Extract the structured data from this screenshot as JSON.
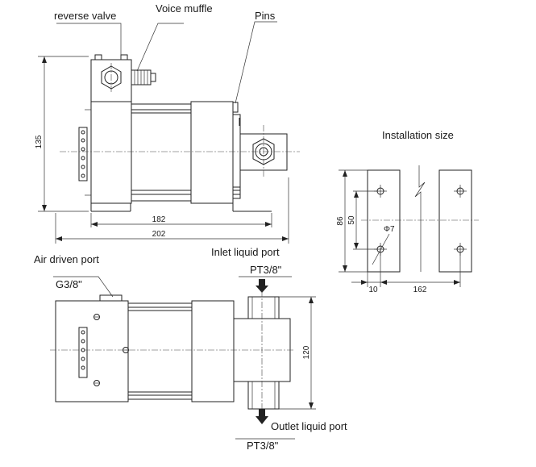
{
  "labels": {
    "reverse_valve": "reverse valve",
    "voice_muffle": "Voice muffle",
    "pins": "Pins",
    "installation_size": "Installation size",
    "air_driven_port": "Air driven port",
    "inlet_liquid_port": "Inlet liquid port",
    "outlet_liquid_port": "Outlet liquid port",
    "g38": "G3/8\"",
    "pt38_top": "PT3/8\"",
    "pt38_bottom": "PT3/8\""
  },
  "dimensions": {
    "height_135": "135",
    "width_182": "182",
    "width_202": "202",
    "depth_120": "120",
    "inst_86": "86",
    "inst_50": "50",
    "inst_phi7": "Φ7",
    "inst_10": "10",
    "inst_162": "162"
  }
}
